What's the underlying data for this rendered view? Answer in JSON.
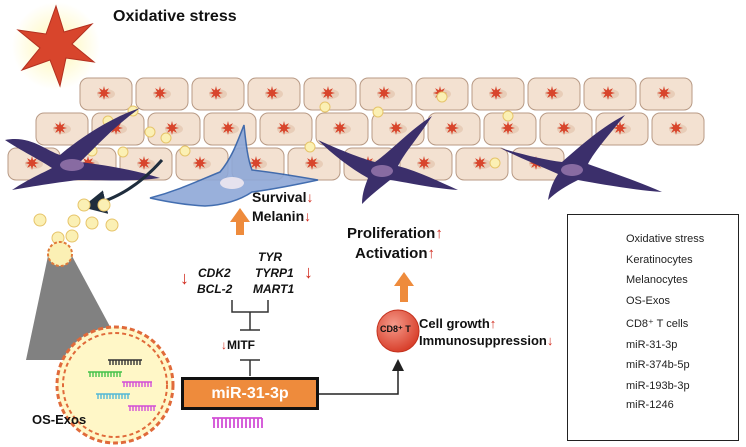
{
  "labels": {
    "oxidative_stress": "Oxidative stress",
    "survival": "Survival",
    "melanin": "Melanin",
    "tyr": "TYR",
    "tyrp1": "TYRP1",
    "mart1": "MART1",
    "cdk2": "CDK2",
    "bcl2": "BCL-2",
    "mitf": "MITF",
    "mir_box": "miR-31-3p",
    "os_exos": "OS-Exos",
    "proliferation": "Proliferation",
    "activation": "Activation",
    "cd8_cell": "CD8⁺ T",
    "cell_growth": "Cell growth",
    "immunosuppression": "Immunosuppression",
    "up_arrow": "↑",
    "down_arrow": "↓"
  },
  "legend": [
    {
      "label": "Oxidative stress",
      "icon": "star-burst-icon",
      "color": "#d8452c"
    },
    {
      "label": "Keratinocytes",
      "icon": "keratinocyte-icon",
      "color": "#f3e1d1"
    },
    {
      "label": "Melanocytes",
      "icon": "melanocyte-icon",
      "color": "#3b2f6b"
    },
    {
      "label": "OS-Exos",
      "icon": "exosome-icon",
      "color": "#fbf0b4"
    },
    {
      "label": "CD8⁺ T cells",
      "icon": "t-cell-icon",
      "color": "#e85a44"
    },
    {
      "label": "miR-31-3p",
      "icon": "mirna-icon",
      "color": "#d24fd6"
    },
    {
      "label": "miR-374b-5p",
      "icon": "mirna-icon",
      "color": "#45c24a"
    },
    {
      "label": "miR-193b-3p",
      "icon": "mirna-icon",
      "color": "#333333"
    },
    {
      "label": "miR-1246",
      "icon": "mirna-icon",
      "color": "#53b8d6"
    }
  ],
  "colors": {
    "red_arrow": "#d12b1e",
    "orange_arrow": "#ee8b3c",
    "keratinocyte_fill": "#f3e1d1",
    "keratinocyte_stroke": "#b89a85",
    "melanocyte": "#3b2f6b",
    "exosome": "#fbf0b4",
    "tcell": "#e85a44"
  }
}
